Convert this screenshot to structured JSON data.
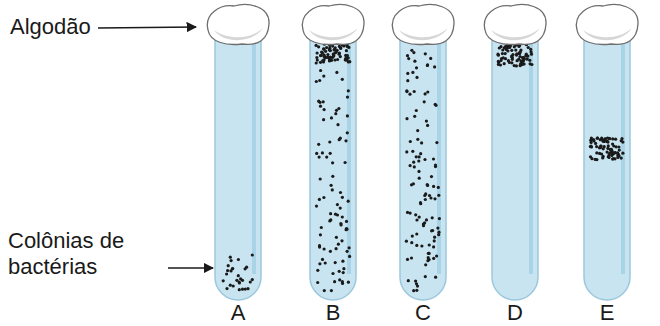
{
  "diagram": {
    "labels": [
      "Algodão",
      "Colônias de bactérias",
      "A",
      "B",
      "C",
      "D",
      "E"
    ]
  }
}
